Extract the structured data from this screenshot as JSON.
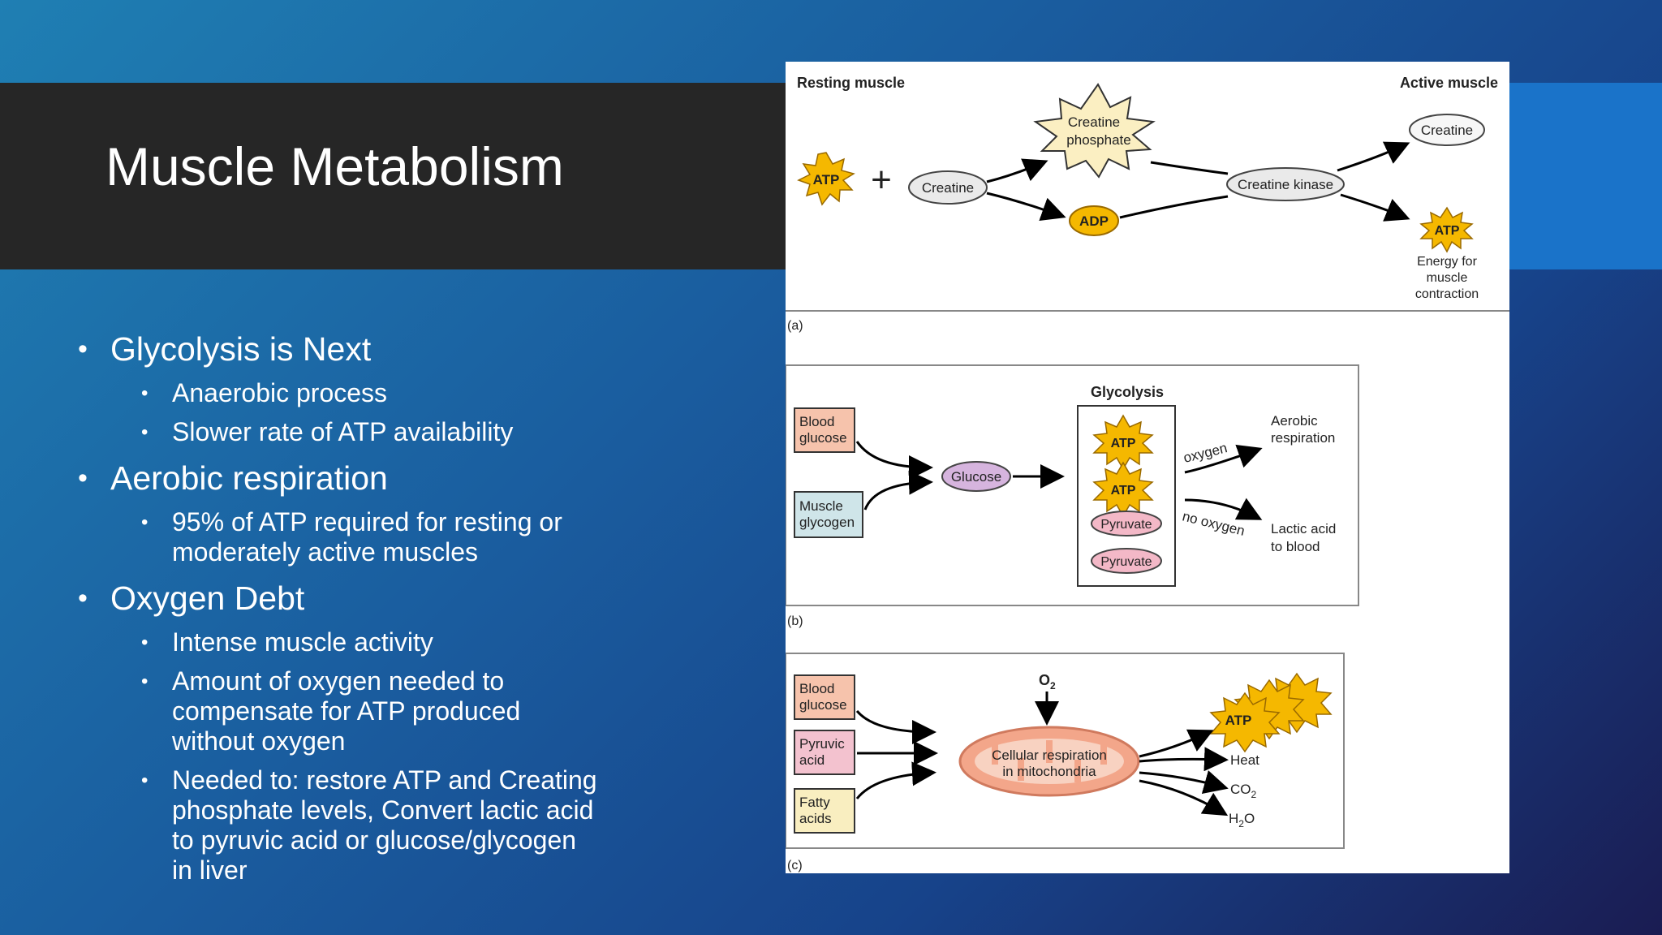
{
  "slide": {
    "title": "Muscle Metabolism",
    "bullets": [
      {
        "text": "Glycolysis is Next",
        "sub": [
          "Anaerobic process",
          "Slower rate of ATP availability"
        ]
      },
      {
        "text": "Aerobic respiration",
        "sub": [
          "95% of ATP required for resting or moderately active muscles"
        ]
      },
      {
        "text": "Oxygen Debt",
        "sub": [
          "Intense muscle activity",
          "Amount of oxygen needed to compensate for ATP produced without oxygen",
          "Needed to: restore ATP and Creating phosphate levels, Convert lactic acid to pyruvic acid or glucose/glycogen in liver"
        ]
      }
    ]
  },
  "figure": {
    "panel_a": {
      "label": "(a)",
      "resting": "Resting muscle",
      "active": "Active muscle",
      "atp": "ATP",
      "plus": "+",
      "creatine": "Creatine",
      "creatine_phosphate": [
        "Creatine",
        "phosphate"
      ],
      "adp": "ADP",
      "creatine_kinase": "Creatine kinase",
      "creatine_out": "Creatine",
      "atp_out": "ATP",
      "energy": [
        "Energy for",
        "muscle",
        "contraction"
      ]
    },
    "panel_b": {
      "label": "(b)",
      "blood_glucose": [
        "Blood",
        "glucose"
      ],
      "muscle_glycogen": [
        "Muscle",
        "glycogen"
      ],
      "glucose": "Glucose",
      "glycolysis": "Glycolysis",
      "atp": "ATP",
      "pyruvate": "Pyruvate",
      "oxygen": "oxygen",
      "no_oxygen": "no oxygen",
      "aerobic": [
        "Aerobic",
        "respiration"
      ],
      "lactic": [
        "Lactic acid",
        "to blood"
      ]
    },
    "panel_c": {
      "label": "(c)",
      "o2": "O",
      "o2_sub": "2",
      "blood_glucose": [
        "Blood",
        "glucose"
      ],
      "pyruvic": [
        "Pyruvic",
        "acid"
      ],
      "fatty": [
        "Fatty",
        "acids"
      ],
      "mito": [
        "Cellular respiration",
        "in mitochondria"
      ],
      "atp": "ATP",
      "heat": "Heat",
      "co2": "CO",
      "co2_sub": "2",
      "h2o_h": "H",
      "h2o_sub": "2",
      "h2o_o": "O"
    },
    "colors": {
      "atp_fill": "#f5b800",
      "phosphate_fill": "#fbefc2",
      "ellipse_fill": "#eaeaea",
      "blood_box": "#f6c3ac",
      "glycogen_box": "#cfe5e9",
      "glucose_fill": "#d6b4de",
      "pyruvate_fill": "#f3b8c7",
      "pyruvic_box": "#f3c2cf",
      "fatty_box": "#f9eec0",
      "mito_fill": "#f3a68a"
    }
  }
}
